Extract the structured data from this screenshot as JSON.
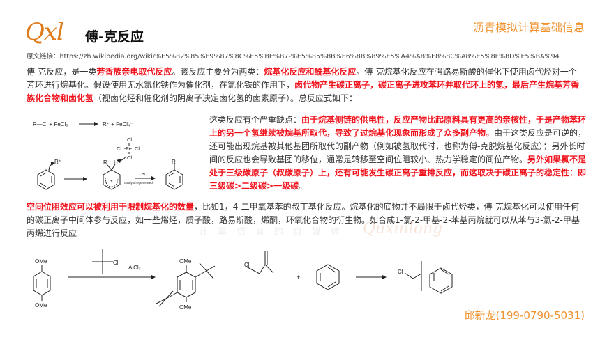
{
  "header": {
    "logo": "Qxl",
    "title": "傅-克反应",
    "brand": "沥青模拟计算基础信息"
  },
  "source": {
    "label": "原文链接：",
    "url": "https://zh.wikipedia.org/wiki/%E5%82%85%E9%87%8C%E5%BE%B7-%E5%85%8B%E6%8B%89%E5%A4%AB%E8%8C%A8%E5%8F%8D%E5%BA%94"
  },
  "p1": [
    "傅-克反应，是一类",
    "芳香族亲电取代反应",
    "。该反应主要分为两类：",
    "烷基化反应和酰基化反应",
    "。傅-克烷基化反应在强路易斯酸的催化下使用卤代烃对一个芳环进行烷基化。假设使用无水氯化铁作为催化剂，在氯化铁的作用下，",
    "卤代物产生碳正离子，碳正离子进攻苯环并取代环上的氢，最后产生烷基芳香族化合物和卤化氢",
    "（视卤化烃和催化剂的阴离子决定卤化氢的卤素原子）。总反应式如下："
  ],
  "p2": [
    "这类反应有个严重缺点：",
    "由于烷基侧链的供电性，反应产物比起原料具有更高的亲核性，于是产物苯环上的另一个氢继续被烷基所取代，导致了过烷基化现象而形成了众多副产物。",
    "由于这类反应是可逆的，还可能出现烷基被其他基团所取代的副产物（例如被氢取代时，也称为傅-克脱烷基化反应）；另外长时间的反应也会导致基团的移位，通常是转移至空间位阻较小、热力学稳定的间位产物。",
    "另外如果氯不是处于三级碳原子（叔碳原子）上，还有可能发生碳正离子重排反应，而这取决于碳正离子的稳定性：即三级碳>二级碳>一级碳",
    "。"
  ],
  "p3": [
    "空间位阻效应可以被利用于限制烷基化的数量",
    "，比如1，4-二甲氧基苯的叔丁基化反应。烷基化的底物并不局限于卤代烃类，傅-克烷基化可以使用任何的碳正离子中间体参与反应，如一些烯烃，质子酸，路易斯酸，烯酮，环氧化合物的衍生物。如合成1-氯-2-甲基-2-苯基丙烷就可以从苯与3-氯-2-甲基丙烯进行反应"
  ],
  "scheme1": {
    "reactants": "R—Cl  +  FeCl₃",
    "products": "R⁺  +  FeCl₄⁻",
    "r_plus": "R⁺",
    "r": "R",
    "h": "H",
    "plus": "+",
    "cl": "Cl",
    "fe": "Fe⁻",
    "above_arrow": "- HCl",
    "below_arrow": "catalyst regenerated"
  },
  "scheme2": {
    "ome": "OMe",
    "cl": "Cl",
    "alcl3": "AlCl₃",
    "plus": "+"
  },
  "watermark": {
    "text": "计算仿真的自媒体",
    "latin": "Quxinlong"
  },
  "contact": "邱新龙(199-0790-5031)"
}
